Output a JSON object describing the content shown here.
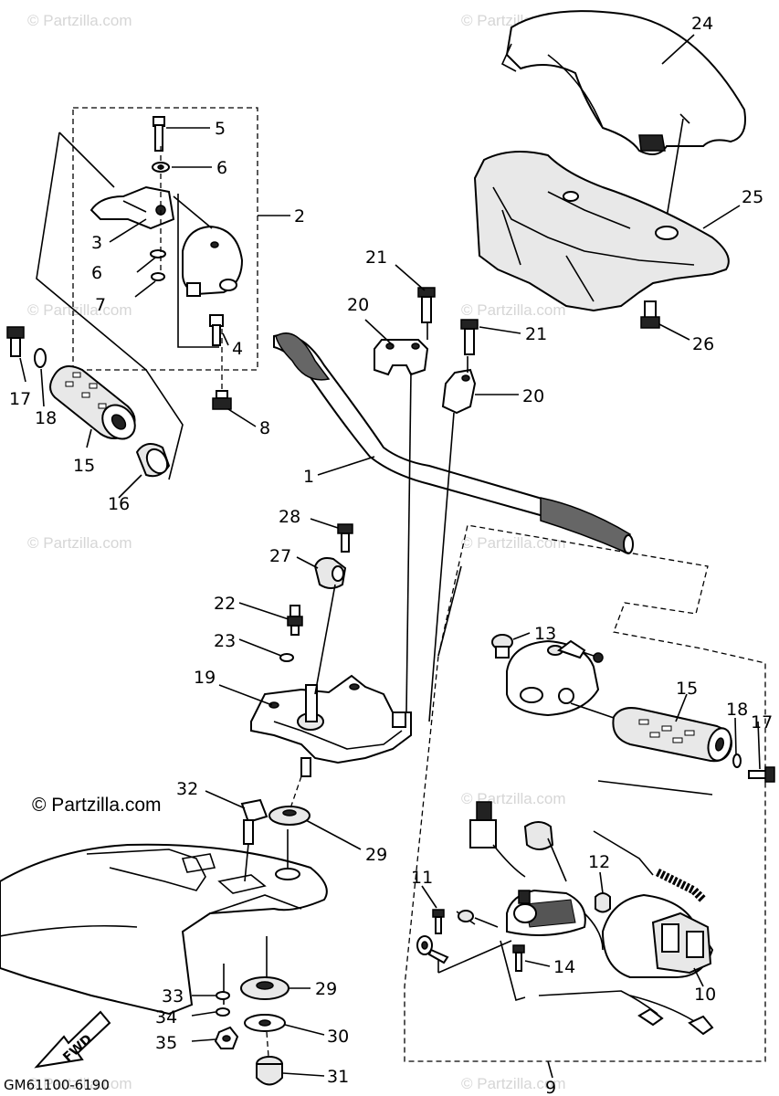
{
  "watermarks": [
    "© Partzilla.com"
  ],
  "diagram_code": "GM61100-6190",
  "direction_label": "FWD",
  "callouts": [
    {
      "id": "c24",
      "text": "24"
    },
    {
      "id": "c25",
      "text": "25"
    },
    {
      "id": "c26",
      "text": "26"
    },
    {
      "id": "c5",
      "text": "5"
    },
    {
      "id": "c6a",
      "text": "6"
    },
    {
      "id": "c2",
      "text": "2"
    },
    {
      "id": "c3",
      "text": "3"
    },
    {
      "id": "c6b",
      "text": "6"
    },
    {
      "id": "c7",
      "text": "7"
    },
    {
      "id": "c4",
      "text": "4"
    },
    {
      "id": "c8",
      "text": "8"
    },
    {
      "id": "c17a",
      "text": "17"
    },
    {
      "id": "c18a",
      "text": "18"
    },
    {
      "id": "c15a",
      "text": "15"
    },
    {
      "id": "c16",
      "text": "16"
    },
    {
      "id": "c21a",
      "text": "21"
    },
    {
      "id": "c20a",
      "text": "20"
    },
    {
      "id": "c21b",
      "text": "21"
    },
    {
      "id": "c20b",
      "text": "20"
    },
    {
      "id": "c1",
      "text": "1"
    },
    {
      "id": "c28",
      "text": "28"
    },
    {
      "id": "c27",
      "text": "27"
    },
    {
      "id": "c22",
      "text": "22"
    },
    {
      "id": "c23",
      "text": "23"
    },
    {
      "id": "c19",
      "text": "19"
    },
    {
      "id": "c13",
      "text": "13"
    },
    {
      "id": "c15b",
      "text": "15"
    },
    {
      "id": "c18b",
      "text": "18"
    },
    {
      "id": "c17b",
      "text": "17"
    },
    {
      "id": "c32",
      "text": "32"
    },
    {
      "id": "c29a",
      "text": "29"
    },
    {
      "id": "c11",
      "text": "11"
    },
    {
      "id": "c12",
      "text": "12"
    },
    {
      "id": "c14",
      "text": "14"
    },
    {
      "id": "c10",
      "text": "10"
    },
    {
      "id": "c33",
      "text": "33"
    },
    {
      "id": "c29b",
      "text": "29"
    },
    {
      "id": "c34",
      "text": "34"
    },
    {
      "id": "c30",
      "text": "30"
    },
    {
      "id": "c35",
      "text": "35"
    },
    {
      "id": "c31",
      "text": "31"
    },
    {
      "id": "c9",
      "text": "9"
    }
  ]
}
